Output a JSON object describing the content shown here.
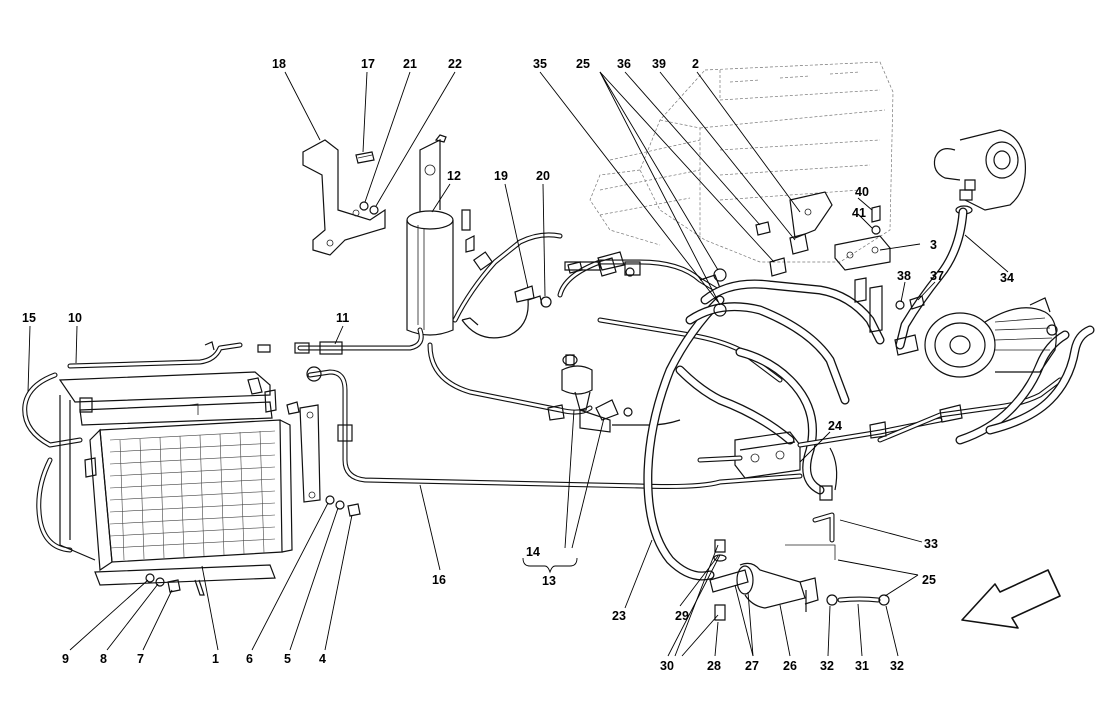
{
  "diagram": {
    "callouts": [
      {
        "id": "c18",
        "label": "18"
      },
      {
        "id": "c17",
        "label": "17"
      },
      {
        "id": "c21",
        "label": "21"
      },
      {
        "id": "c22",
        "label": "22"
      },
      {
        "id": "c12",
        "label": "12"
      },
      {
        "id": "c19",
        "label": "19"
      },
      {
        "id": "c20",
        "label": "20"
      },
      {
        "id": "c35",
        "label": "35"
      },
      {
        "id": "c25a",
        "label": "25"
      },
      {
        "id": "c36",
        "label": "36"
      },
      {
        "id": "c39",
        "label": "39"
      },
      {
        "id": "c2",
        "label": "2"
      },
      {
        "id": "c40",
        "label": "40"
      },
      {
        "id": "c41",
        "label": "41"
      },
      {
        "id": "c3",
        "label": "3"
      },
      {
        "id": "c38",
        "label": "38"
      },
      {
        "id": "c37",
        "label": "37"
      },
      {
        "id": "c34",
        "label": "34"
      },
      {
        "id": "c15",
        "label": "15"
      },
      {
        "id": "c10",
        "label": "10"
      },
      {
        "id": "c11",
        "label": "11"
      },
      {
        "id": "c24",
        "label": "24"
      },
      {
        "id": "c33",
        "label": "33"
      },
      {
        "id": "c25b",
        "label": "25"
      },
      {
        "id": "c14",
        "label": "14"
      },
      {
        "id": "c13",
        "label": "13"
      },
      {
        "id": "c16",
        "label": "16"
      },
      {
        "id": "c23",
        "label": "23"
      },
      {
        "id": "c29",
        "label": "29"
      },
      {
        "id": "c9",
        "label": "9"
      },
      {
        "id": "c8",
        "label": "8"
      },
      {
        "id": "c7",
        "label": "7"
      },
      {
        "id": "c1",
        "label": "1"
      },
      {
        "id": "c6",
        "label": "6"
      },
      {
        "id": "c5",
        "label": "5"
      },
      {
        "id": "c4",
        "label": "4"
      },
      {
        "id": "c30",
        "label": "30"
      },
      {
        "id": "c28",
        "label": "28"
      },
      {
        "id": "c27",
        "label": "27"
      },
      {
        "id": "c26",
        "label": "26"
      },
      {
        "id": "c32a",
        "label": "32"
      },
      {
        "id": "c31",
        "label": "31"
      },
      {
        "id": "c32b",
        "label": "32"
      }
    ]
  }
}
